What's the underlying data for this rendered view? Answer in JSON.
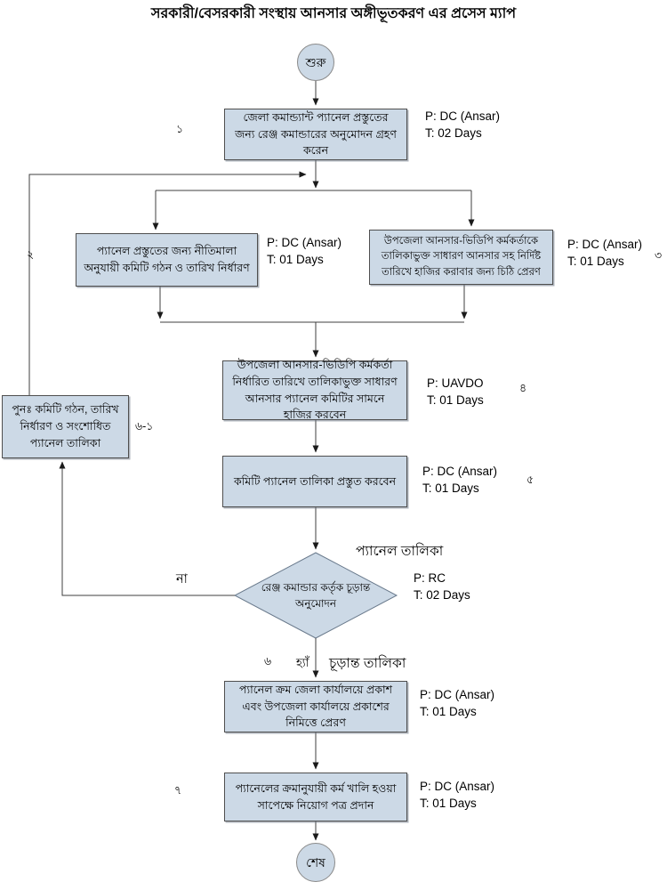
{
  "title": "সরকারী/বেসরকারী সংস্থায় আনসার অঙ্গীভূতকরণ এর প্রসেস ম্যাপ",
  "colors": {
    "node_fill": "#ccd9e6",
    "node_border": "#4f4f4f",
    "connector": "#3f3f3f"
  },
  "terminators": {
    "start": "শুরু",
    "end": "শেষ"
  },
  "steps": {
    "s1": {
      "num": "১",
      "text": "জেলা কমান্ড্যান্ট প্যানেল প্রস্তুতের জন্য রেঞ্জ কমান্ডারের অনুমোদন গ্রহণ করেন",
      "annotation": "P: DC (Ansar)\nT: 02 Days"
    },
    "s2": {
      "num": "২",
      "text": "প্যানেল প্রস্তুতের জন্য নীতিমালা অনুযায়ী কমিটি গঠন ও তারিখ নির্ধারণ",
      "annotation": "P: DC (Ansar)\nT: 01 Days"
    },
    "s3": {
      "num": "৩",
      "text": "উপজেলা আনসার-ভিডিপি কর্মকর্তাকে তালিকাভুক্ত সাধারণ আনসার সহ নির্দিষ্ট তারিখে হাজির করাবার জন্য চিঠি প্রেরণ",
      "annotation": "P: DC (Ansar)\nT: 01 Days"
    },
    "s4": {
      "num": "৪",
      "text": "উপজেলা আনসার-ভিডিপি কর্মকর্তা নির্ধারিত তারিখে তালিকাভুক্ত সাধারণ আনসার প্যানেল কমিটির সামনে হাজির করবেন",
      "annotation": "P: UAVDO\nT: 01 Days"
    },
    "s5": {
      "num": "৫",
      "text": "কমিটি প্যানেল তালিকা প্রস্তুত করবেন",
      "annotation": "P: DC (Ansar)\nT: 01 Days"
    },
    "redo": {
      "num": "৬-১",
      "text": "পুনঃ  কমিটি গঠন, তারিখ নির্ধারণ ও সংশোধিত প্যানেল তালিকা"
    },
    "s6": {
      "num": "৬",
      "text": "প্যানেল ক্রম জেলা কার্যালয়ে প্রকাশ এবং উপজেলা কার্যালয়ে প্রকাশের নিমিত্তে প্রেরণ",
      "annotation": "P: DC (Ansar)\nT: 01 Days"
    },
    "s7": {
      "num": "৭",
      "text": "প্যানেলের ক্রমানুযায়ী কর্ম খালি হওয়া সাপেক্ষে নিয়োগ পত্র প্রদান",
      "annotation": "P: DC (Ansar)\nT: 01 Days"
    }
  },
  "decision": {
    "text": "রেঞ্জ কমান্ডার কর্তৃক চূড়ান্ত অনুমোদন",
    "annotation": "P: RC\nT: 02 Days",
    "input_label": "প্যানেল তালিকা",
    "output_label": "চূড়ান্ত তালিকা",
    "no_label": "না",
    "yes_label": "হ্যাঁ"
  }
}
